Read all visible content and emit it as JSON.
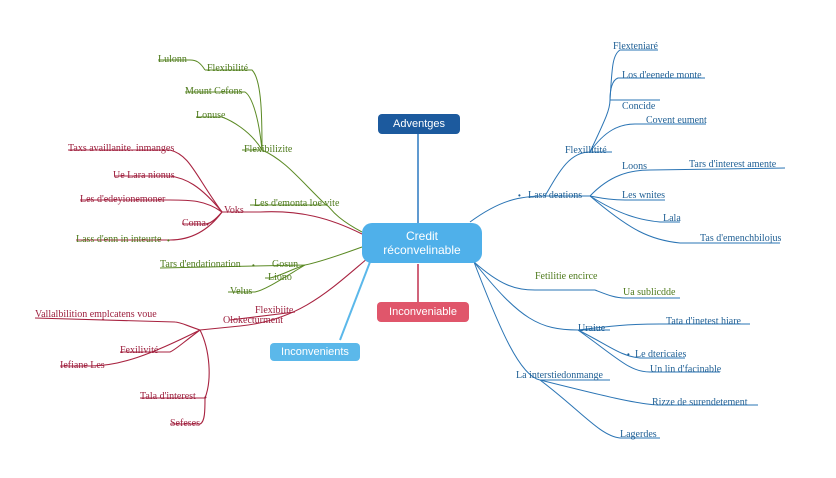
{
  "center": {
    "line1": "Credit",
    "line2": "réconvelinable"
  },
  "advantages_label": "Adventges",
  "inconvenient_label": "Inconveniable",
  "inconvenients_label": "Inconvenients",
  "colors": {
    "green": "#4e7a1c",
    "red": "#9c1f3d",
    "blue": "#1f5f94",
    "center": "#4fb0ea",
    "advantages": "#1c5a9e",
    "inconvenient": "#e0566b",
    "inconvenients": "#5bb8ea"
  },
  "left_green_top": [
    "Lulonn",
    "Flexibilité",
    "Mount Cefons",
    "Lonuse",
    "Flexibilizite",
    "Les d'emonta loe vite"
  ],
  "left_red_top": [
    "Taxs availlanite. inmanges",
    "Ue Lara nionus",
    "Les d'edeyionemoner",
    "Coma",
    "Lass d'enn in inteurte",
    "Voks"
  ],
  "left_green_mid": [
    "Tars d'endationation",
    "Gosun",
    "Liono",
    "Velus"
  ],
  "left_red_bottom": [
    "Flexibiite",
    "Olokecturment",
    "Vallalbilition emplcatens voue",
    "Fexilivité",
    "Iefiane Les",
    "Tala d'interest",
    "Sefeses"
  ],
  "right_top": [
    "Flexteniaré",
    "Los d'eenede monte",
    "Concide",
    "Covent eument",
    "Flexillitité",
    "Lass deations",
    "Loons",
    "Tars d'interest amente",
    "Les wnites",
    "Lala",
    "Tas d'emenchbilojus"
  ],
  "right_bottom": [
    "Fetilitie encirce",
    "Ua sublicdde",
    "Uraiue",
    "Tata d'inetest hiare",
    "Le dtericaies",
    "Un lin d'facinable",
    "La interstiedonmange",
    "Rizze de surendetement",
    "Lagerdes"
  ]
}
